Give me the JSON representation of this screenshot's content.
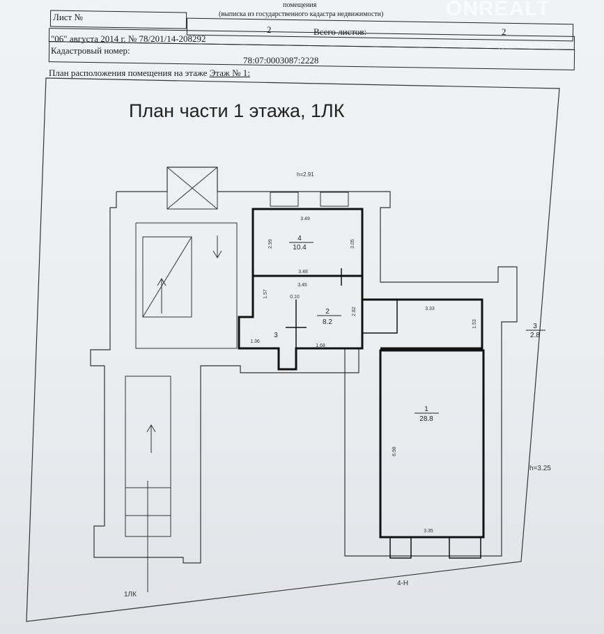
{
  "header": {
    "doc_type": "помещения",
    "subtitle": "(выписка из государственного кадастра недвижимости)",
    "sheet_label": "Лист №",
    "sheet_number": "2",
    "total_label": "Всего листов:",
    "total_value": "2",
    "date_line": "\"06\" августа 2014 г. № 78/201/14-208292",
    "cadastral_label": "Кадастровый номер:",
    "cadastral_number": "78:07:0003087:2228",
    "plan_caption": "План расположения помещения на этаже",
    "floor_link": "Этаж № 1:"
  },
  "watermark": {
    "brand": "ONREALT",
    "tagline": "недвижимость"
  },
  "plan": {
    "title": "План части 1 этажа, 1ЛК",
    "height_top": "h=2.91",
    "height_right": "h=3.25",
    "rooms": [
      {
        "number": "4",
        "area": "10.4"
      },
      {
        "number": "2",
        "area": "8.2"
      },
      {
        "number": "3",
        "area": ""
      },
      {
        "number": "1",
        "area": "28.8"
      },
      {
        "number": "3",
        "area": "2.8"
      }
    ],
    "dims": {
      "r4_top": "3.49",
      "r4_left": "2.99",
      "r4_right": "3.05",
      "r4_bottom": "3.48",
      "r2_top": "3.45",
      "r2_wall": "0.10",
      "r2_door": "1.57",
      "r2_right": "2.82",
      "r3_bottom": "1.36",
      "r2_bottom": "1.68",
      "r5_top": "3.33",
      "r5_right": "1.53",
      "r1_left": "6.98",
      "r1_bottom": "3.35"
    },
    "labels": {
      "entrance": "4-Н",
      "stair": "1ЛК"
    }
  }
}
